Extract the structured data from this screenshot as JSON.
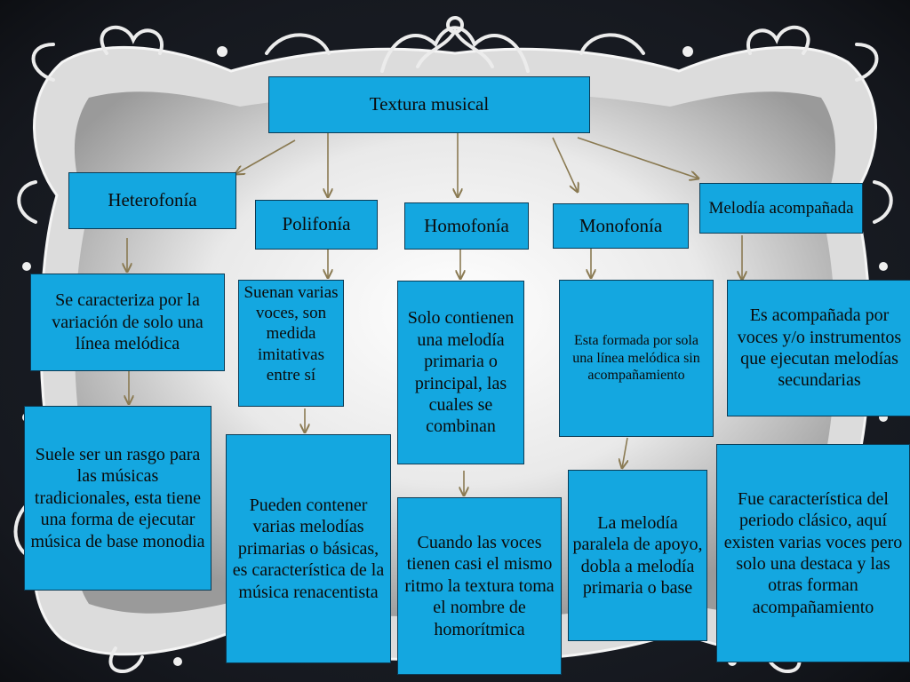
{
  "diagram": {
    "root": "Textura musical",
    "types": {
      "heterofonia": "Heterofonía",
      "polifonia": "Polifonía",
      "homofonia": "Homofonía",
      "monofonia": "Monofonía",
      "melodia_acompanada": "Melodía acompañada"
    },
    "descriptions": {
      "heterofonia_1": "Se caracteriza por la variación de solo una línea melódica",
      "heterofonia_2": "Suele ser un rasgo para las músicas tradicionales, esta tiene una forma de ejecutar música de base monodia",
      "polifonia_1": "Suenan varias voces, son medida imitativas entre sí",
      "polifonia_2": "Pueden contener varias melodías primarias o básicas, es característica de la música renacentista",
      "homofonia_1": "Solo contienen una melodía primaria o principal, las cuales se combinan",
      "homofonia_2": "Cuando las voces tienen casi el mismo ritmo la textura toma el nombre de homorítmica",
      "monofonia_1": "Esta formada por sola una línea melódica sin acompañamiento",
      "monofonia_2": "La melodía paralela de apoyo, dobla a melodía primaria o base",
      "melodia_acompanada_1": "Es acompañada por voces y/o instrumentos que ejecutan melodías secundarias",
      "melodia_acompanada_2": "Fue característica del periodo clásico, aquí existen varias voces pero solo una destaca y las otras forman acompañamiento"
    },
    "colors": {
      "box_fill": "#14a7e0",
      "arrow": "#8a7a52",
      "frame": "#f2f2f2",
      "background": "#14161c"
    }
  }
}
